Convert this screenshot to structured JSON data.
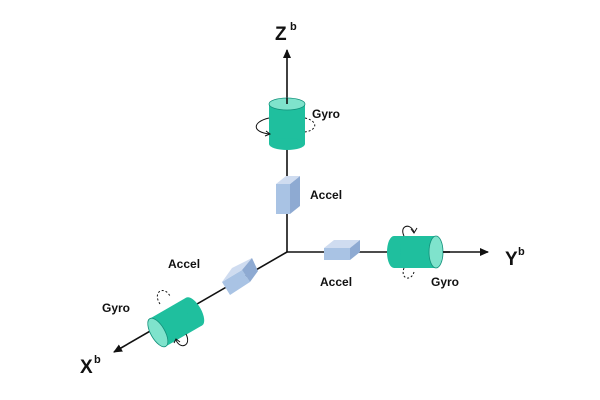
{
  "axes": {
    "z": {
      "letter": "Z",
      "superscript": "b"
    },
    "y": {
      "letter": "Y",
      "superscript": "b"
    },
    "x": {
      "letter": "X",
      "superscript": "b"
    }
  },
  "sensors": {
    "z_gyro_label": "Gyro",
    "z_accel_label": "Accel",
    "y_accel_label": "Accel",
    "y_gyro_label": "Gyro",
    "x_accel_label": "Accel",
    "x_gyro_label": "Gyro"
  },
  "colors": {
    "gyro_body": "#1fbf9e",
    "gyro_top": "#7fe3cc",
    "gyro_edge": "#12907a",
    "accel_front": "#a9c3e4",
    "accel_top": "#cfdcf0",
    "accel_side": "#8eaad2",
    "axis": "#111111"
  }
}
